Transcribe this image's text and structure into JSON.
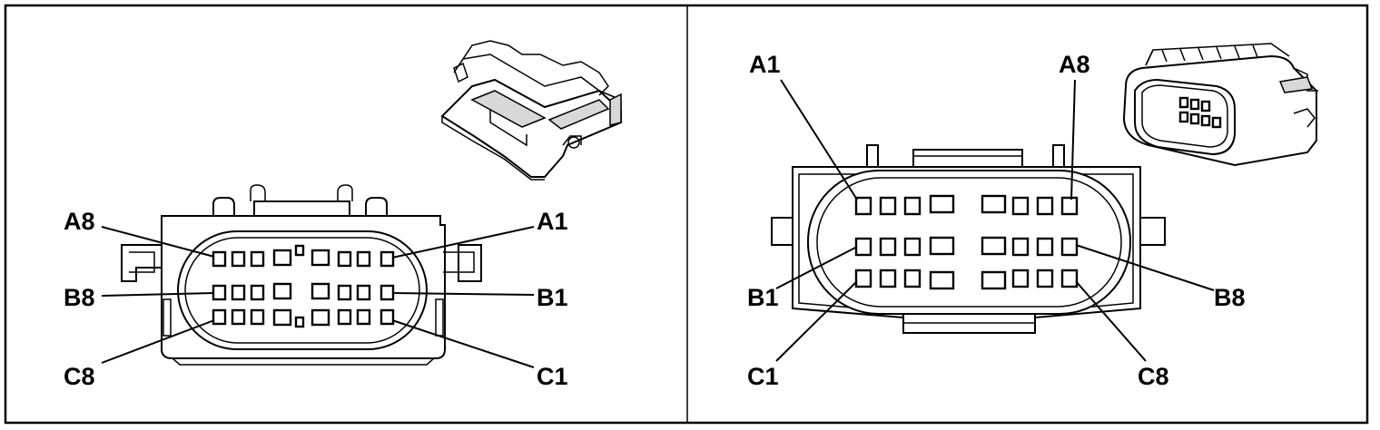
{
  "left_view": {
    "labels": {
      "a8": "A8",
      "a1": "A1",
      "b8": "B8",
      "b1": "B1",
      "c8": "C8",
      "c1": "C1"
    }
  },
  "right_view": {
    "labels": {
      "a1": "A1",
      "a8": "A8",
      "b1": "B1",
      "b8": "B8",
      "c1": "C1",
      "c8": "C8"
    }
  }
}
